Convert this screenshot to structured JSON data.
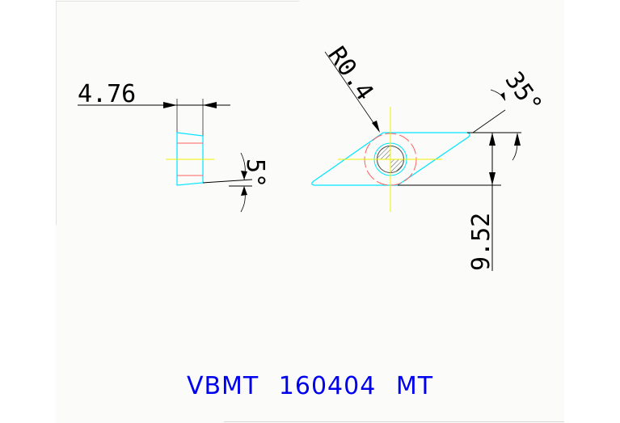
{
  "drawing": {
    "title": "VBMT 160404 MT",
    "dimensions": {
      "thickness": "4.76",
      "clearance_angle": "5°",
      "corner_radius": "R0.4",
      "included_angle": "35°",
      "inscribed_circle": "9.52"
    },
    "colors": {
      "outline": "#00e5ff",
      "hidden_line": "#ff5050",
      "centerline": "#f0f000",
      "dimension": "#000000",
      "caption": "#0000f0"
    }
  }
}
